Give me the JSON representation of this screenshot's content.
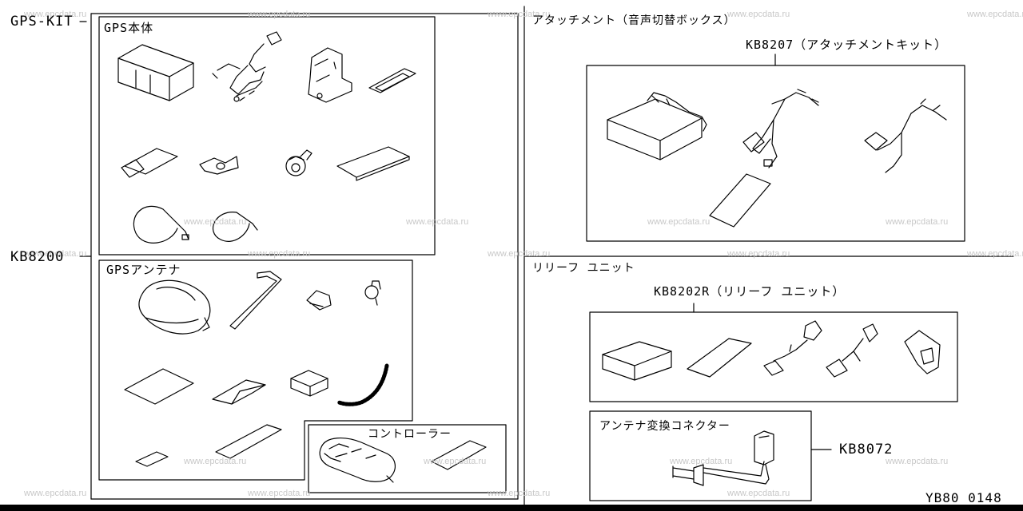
{
  "left": {
    "kit_label": "GPS-KIT",
    "kit_code": "KB8200",
    "gps_body_label": "GPS本体",
    "gps_antenna_label": "GPSアンテナ",
    "controller_label": "コントローラー"
  },
  "right": {
    "attachment_label": "アタッチメント（音声切替ボックス）",
    "attachment_kit_label": "KB8207（アタッチメントキット）",
    "relief_unit_label": "リリーフ ユニット",
    "relief_kit_label": "KB8202R（リリーフ ユニット）",
    "antenna_connector_label": "アンテナ変換コネクター",
    "antenna_connector_code": "KB8072"
  },
  "diagram_code": "YB80 0148",
  "watermark": "www.epcdata.ru"
}
